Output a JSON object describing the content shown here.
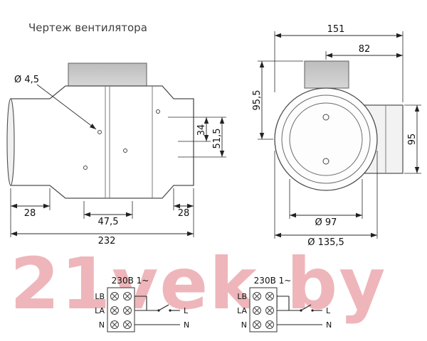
{
  "page": {
    "title": "Чертеж вентилятора",
    "watermark": "21vek.by"
  },
  "side_view": {
    "hole_dia": "Ø 4,5",
    "left_spigot": "28",
    "bracket": "47,5",
    "right_spigot": "28",
    "total_length": "232",
    "vert_inner": "34",
    "vert_outer": "51,5"
  },
  "front_view": {
    "total_width": "151",
    "center_to_end": "82",
    "height": "95,5",
    "duct_dia": "95",
    "bolt_circle": "Ø 97",
    "body_dia": "Ø 135,5"
  },
  "wiring_left": {
    "title": "230В 1~",
    "terminal_1": "LB",
    "terminal_2": "LA",
    "terminal_3": "N",
    "line": "L",
    "neutral": "N"
  },
  "wiring_right": {
    "title": "230В 1~",
    "terminal_1": "LB",
    "terminal_2": "LA",
    "terminal_3": "N",
    "line": "L",
    "neutral": "N"
  }
}
